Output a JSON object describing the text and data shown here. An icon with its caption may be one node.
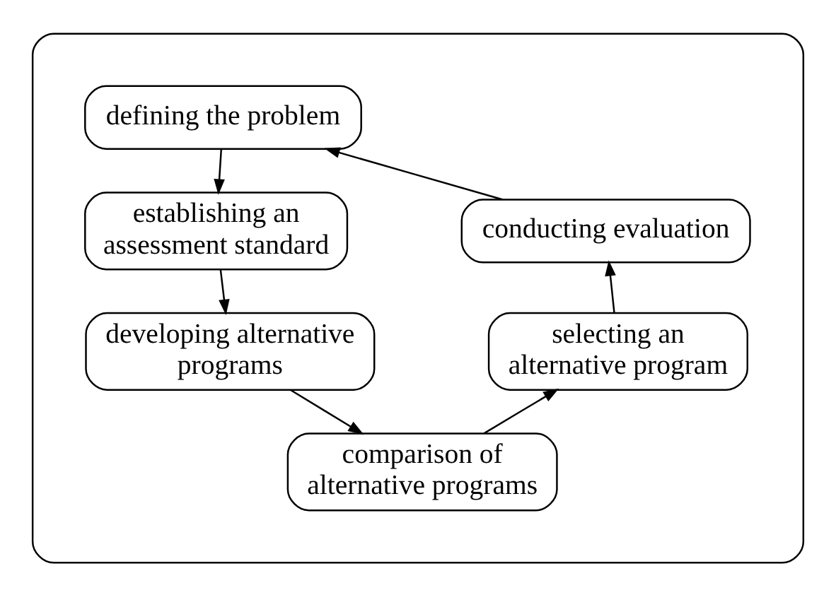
{
  "diagram": {
    "nodes": [
      {
        "text": [],
        "shape": "ellipse"
      },
      {
        "text": [
          "defining the problem"
        ],
        "in": 0
      },
      {
        "text": [
          "establishing an assessment standard"
        ],
        "in": 0
      },
      {
        "text": [
          "developing alternative programs"
        ],
        "in": 0
      },
      {
        "text": [
          "comparison of alternative programs"
        ],
        "in": 0
      },
      {
        "text": [
          "selecting an alternative program"
        ],
        "in": 0
      },
      {
        "text": [
          "conducting evaluation"
        ],
        "in": 0
      }
    ],
    "edges": [
      {
        "from": 1,
        "to": 2,
        "arrow": "to"
      },
      {
        "from": 2,
        "to": 3,
        "arrow": "to"
      },
      {
        "from": 3,
        "to": 4,
        "arrow": "to"
      },
      {
        "from": 4,
        "to": 5,
        "arrow": "to"
      },
      {
        "from": 5,
        "to": 6,
        "arrow": "to"
      },
      {
        "from": 6,
        "to": 1,
        "arrow": "to"
      }
    ]
  }
}
